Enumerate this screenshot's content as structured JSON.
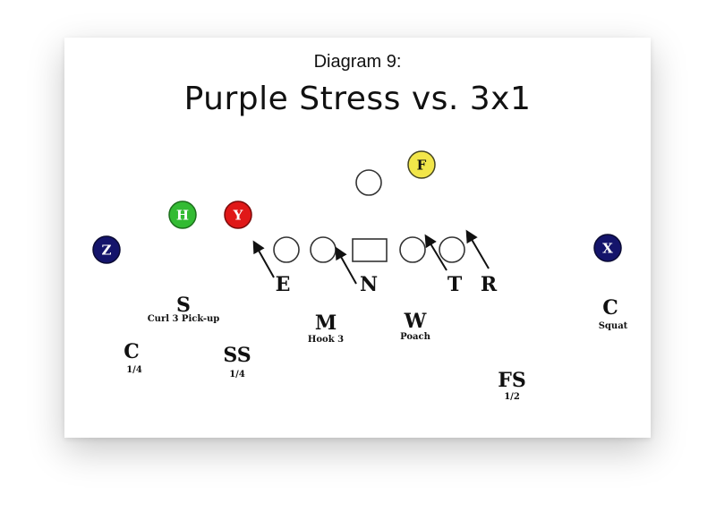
{
  "diagram": {
    "subtitle": "Diagram 9:",
    "title": "Purple Stress vs. 3x1"
  },
  "offense": {
    "z": {
      "label": "Z",
      "color": "#14146b",
      "text_color": "#ffffff"
    },
    "h": {
      "label": "H",
      "color": "#33bb33",
      "text_color": "#ffffff"
    },
    "y": {
      "label": "Y",
      "color": "#e01818",
      "text_color": "#ffffff"
    },
    "f": {
      "label": "F",
      "color": "#f2e64a",
      "text_color": "#111111"
    },
    "x": {
      "label": "X",
      "color": "#14146b",
      "text_color": "#ffffff"
    }
  },
  "defense": {
    "front": {
      "e": "E",
      "n": "N",
      "t": "T",
      "r": "R"
    },
    "s": {
      "label": "S",
      "assignment": "Curl 3 Pick-up"
    },
    "m": {
      "label": "M",
      "assignment": "Hook 3"
    },
    "w": {
      "label": "W",
      "assignment": "Poach"
    },
    "c_right": {
      "label": "C",
      "assignment": "Squat"
    },
    "c_left": {
      "label": "C",
      "assignment": "1/4"
    },
    "ss": {
      "label": "SS",
      "assignment": "1/4"
    },
    "fs": {
      "label": "FS",
      "assignment": "1/2"
    }
  }
}
